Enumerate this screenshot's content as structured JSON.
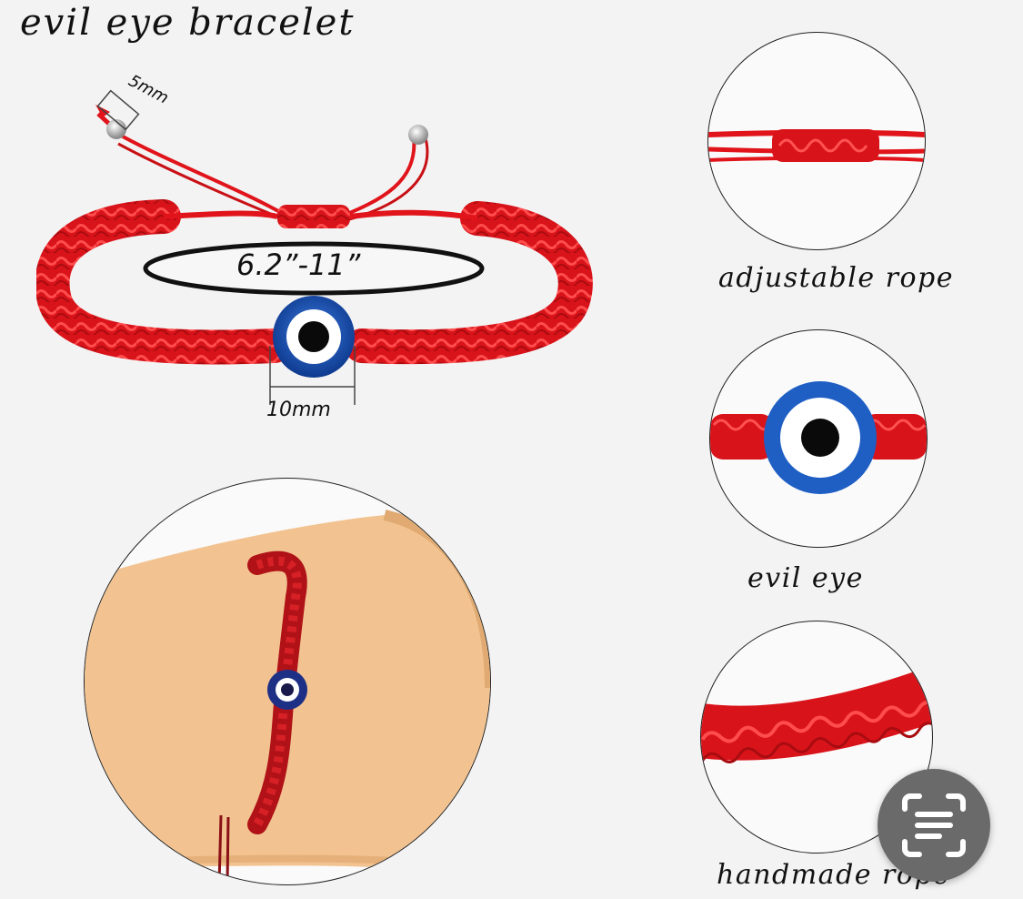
{
  "title": "evil eye bracelet",
  "measurements": {
    "cord": "5mm",
    "size_range": "6.2”-11”",
    "bead": "10mm"
  },
  "captions": {
    "rope": "adjustable rope",
    "eye": "evil eye",
    "handmade": "handmade rope"
  },
  "icons": {
    "scan": "scan-text-icon"
  },
  "colors": {
    "rope": "#e0141a",
    "bead_blue": "#1f5fc4",
    "skin": "#f2c390",
    "button": "#6a6a6a"
  }
}
